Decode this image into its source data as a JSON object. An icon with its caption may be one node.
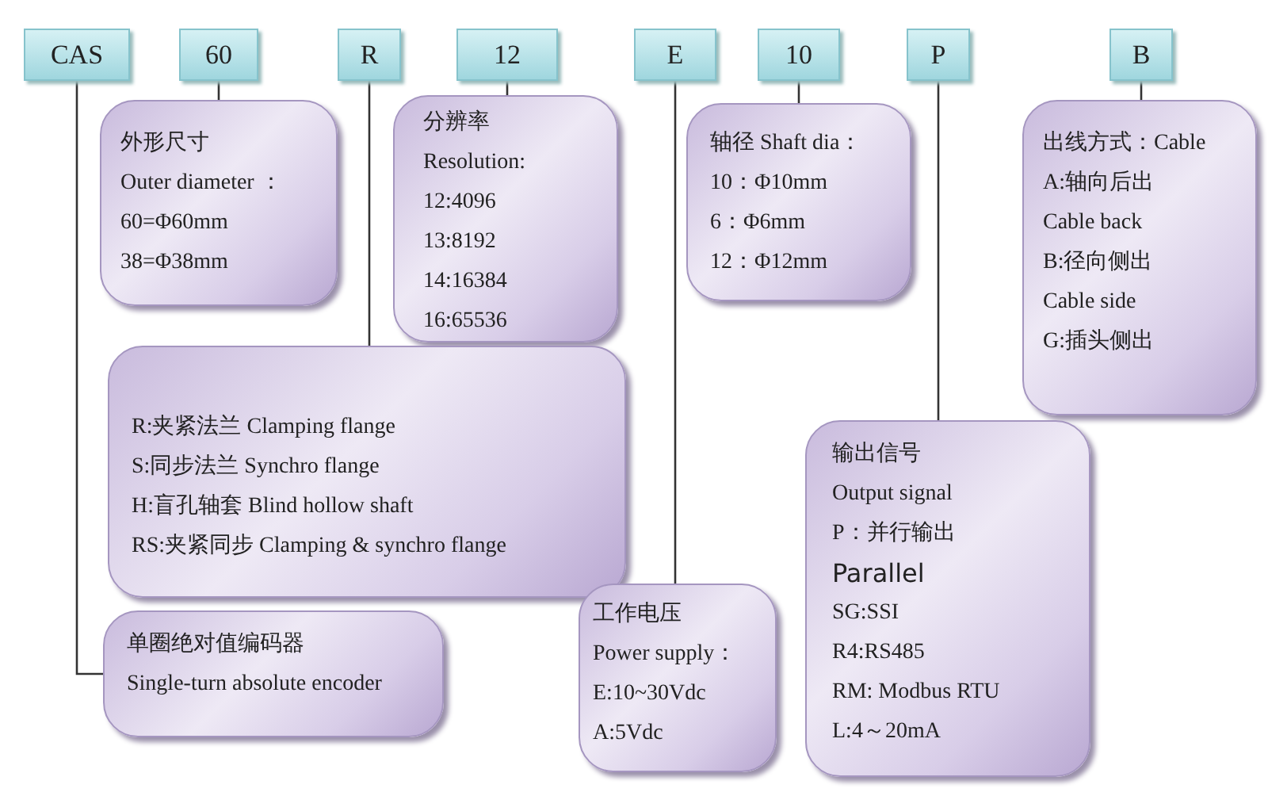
{
  "diagram": {
    "nodes": [
      {
        "text": [
          "CAS"
        ]
      },
      {
        "text": [
          "60"
        ]
      },
      {
        "text": [
          "R"
        ]
      },
      {
        "text": [
          "12"
        ]
      },
      {
        "text": [
          "E"
        ]
      },
      {
        "text": [
          "10"
        ]
      },
      {
        "text": [
          "P"
        ]
      },
      {
        "text": [
          "B"
        ]
      },
      {
        "text": [
          "外形尺寸",
          "Outer diameter ：",
          "60=Φ60mm",
          "38=Φ38mm"
        ]
      },
      {
        "text": [
          "分辨率",
          "Resolution:",
          "12:4096",
          "13:8192",
          "14:16384",
          "16:65536"
        ]
      },
      {
        "text": [
          "轴径 Shaft dia：",
          "10：Φ10mm",
          "6：Φ6mm",
          "12：Φ12mm"
        ]
      },
      {
        "text": [
          "出线方式：Cable",
          "A:轴向后出",
          "Cable back",
          "B:径向侧出",
          "Cable side",
          "G:插头侧出"
        ]
      },
      {
        "text": [
          "R:夹紧法兰 Clamping flange",
          "S:同步法兰 Synchro flange",
          "H:盲孔轴套 Blind hollow shaft",
          "RS:夹紧同步 Clamping & synchro flange"
        ]
      },
      {
        "text": [
          "单圈绝对值编码器",
          "Single-turn absolute encoder"
        ]
      },
      {
        "text": [
          "工作电压",
          "Power supply：",
          "E:10~30Vdc",
          "A:5Vdc"
        ]
      },
      {
        "text": [
          "输出信号",
          "Output signal",
          "P：并行输出",
          "Parallel",
          "SG:SSI",
          "R4:RS485",
          "RM: Modbus RTU",
          "L:4～20mA"
        ]
      }
    ],
    "edges": [
      {
        "from": 0,
        "to": 13,
        "arrow": "none"
      },
      {
        "from": 1,
        "to": 8,
        "arrow": "none"
      },
      {
        "from": 2,
        "to": 12,
        "arrow": "none"
      },
      {
        "from": 3,
        "to": 9,
        "arrow": "none"
      },
      {
        "from": 4,
        "to": 14,
        "arrow": "none"
      },
      {
        "from": 5,
        "to": 10,
        "arrow": "none"
      },
      {
        "from": 6,
        "to": 15,
        "arrow": "none"
      },
      {
        "from": 7,
        "to": 11,
        "arrow": "none"
      }
    ]
  }
}
